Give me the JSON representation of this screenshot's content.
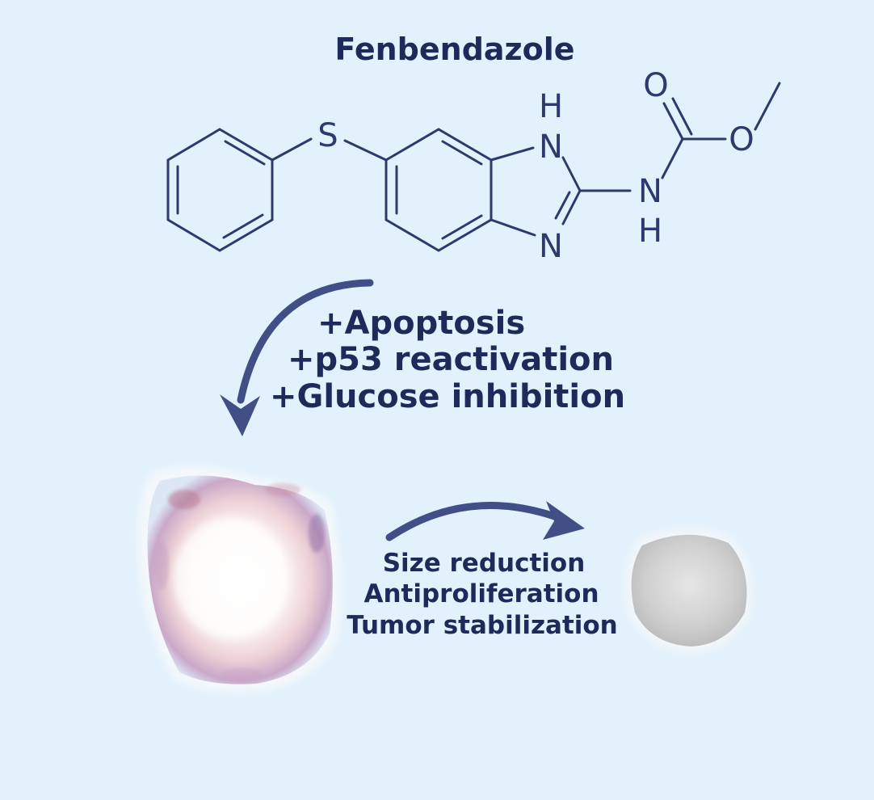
{
  "title": "Fenbendazole",
  "molecule": {
    "atoms": {
      "s": "S",
      "nh_top_h": "H",
      "nh_top_n": "N",
      "n_bottom": "N",
      "o_carbonyl": "O",
      "o_ester": "O",
      "nh_amide_n": "N",
      "nh_amide_h": "H"
    }
  },
  "effects": [
    "+Apoptosis",
    "+p53 reactivation",
    "+Glucose inhibition"
  ],
  "outcomes": [
    "Size reduction",
    "Antiproliferation",
    "Tumor stabilization"
  ],
  "colors": {
    "background": "#e2f1fb",
    "text": "#1d2a5a",
    "arrow": "#414f86",
    "structure": "#2e3a6e"
  }
}
